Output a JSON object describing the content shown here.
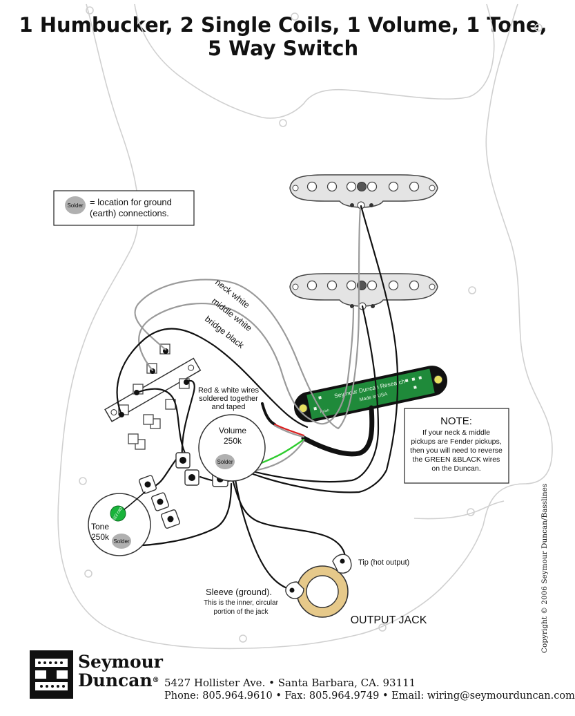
{
  "title": {
    "line1": "1 Humbucker, 2 Single Coils, 1 Volume, 1 Tone,",
    "line2": "5 Way Switch"
  },
  "legend": {
    "badge_text": "Solder",
    "line1": "= location for ground",
    "line2": "(earth) connections."
  },
  "wire_labels": {
    "neck": "neck white",
    "middle": "middle white",
    "bridge": "bridge black"
  },
  "taped_note": {
    "line1": "Red & white wires",
    "line2": "soldered together",
    "line3": "and taped"
  },
  "humbucker": {
    "brand": "Seymour Duncan Research",
    "origin": "Made in USA",
    "mark": "Finish"
  },
  "volume_pot": {
    "label": "Volume",
    "value": "250k",
    "solder_text": "Solder"
  },
  "tone_pot": {
    "label": "Tone",
    "value": "250k",
    "solder_text": "Solder",
    "cap_text": ".022 cap"
  },
  "note": {
    "heading": "NOTE:",
    "lines": [
      "If your neck & middle",
      "pickups are Fender pickups,",
      "then you will need to reverse",
      "the GREEN &BLACK wires",
      "on the Duncan."
    ]
  },
  "jack": {
    "tip_label": "Tip (hot output)",
    "sleeve_label": "Sleeve (ground).",
    "sleeve_note1": "This is the inner, circular",
    "sleeve_note2": "portion of the jack",
    "name": "OUTPUT JACK"
  },
  "copyright": "Copyright © 2006 Seymour Duncan/Basslines",
  "brand": {
    "name_line1": "Seymour",
    "name_line2": "Duncan",
    "registered": "®"
  },
  "footer": {
    "address": "5427 Hollister Ave. • Santa Barbara, CA. 93111",
    "contact": "Phone: 805.964.9610 • Fax: 805.964.9749 • Email: wiring@seymourduncan.com"
  },
  "colors": {
    "wire_black": "#111111",
    "wire_white": "#9a9a9a",
    "wire_red": "#d92020",
    "wire_green": "#2ecc2e",
    "humbucker_board": "#1f8a3a",
    "solder_spot": "#b0b0b0",
    "cap_green": "#19b33a",
    "jack_ring": "#e6c98a"
  }
}
